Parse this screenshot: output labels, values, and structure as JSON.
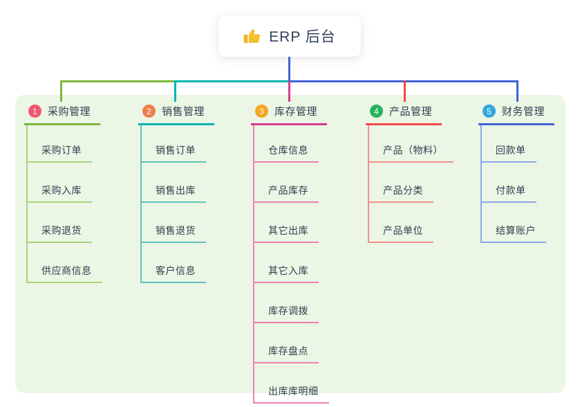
{
  "root": {
    "label": "ERP 后台",
    "icon": "thumbs-up-icon",
    "icon_color": "#f2b42c",
    "connector_color": "#3f62d2"
  },
  "colors": {
    "panel_background": "#ebf6e5",
    "text": "#2e3f50"
  },
  "branches": [
    {
      "num": "1",
      "label": "采购管理",
      "badge_color": "#f2566f",
      "line_color": "#7cb73e",
      "child_line_color": "#a6d379",
      "children": [
        "采购订单",
        "采购入库",
        "采购退货",
        "供应商信息"
      ]
    },
    {
      "num": "2",
      "label": "销售管理",
      "badge_color": "#ef7d4b",
      "line_color": "#00b3b3",
      "child_line_color": "#5fc4bc",
      "children": [
        "销售订单",
        "销售出库",
        "销售退货",
        "客户信息"
      ]
    },
    {
      "num": "3",
      "label": "库存管理",
      "badge_color": "#f5a623",
      "line_color": "#d63a8e",
      "child_line_color": "#ee7fb2",
      "children": [
        "仓库信息",
        "产品库存",
        "其它出库",
        "其它入库",
        "库存调拨",
        "库存盘点",
        "出库库明细"
      ]
    },
    {
      "num": "4",
      "label": "产品管理",
      "badge_color": "#27b35f",
      "line_color": "#f04848",
      "child_line_color": "#f5908e",
      "children": [
        "产品（物料）",
        "产品分类",
        "产品单位"
      ]
    },
    {
      "num": "5",
      "label": "财务管理",
      "badge_color": "#2fa8dd",
      "line_color": "#3f62d2",
      "child_line_color": "#8ba7e8",
      "children": [
        "回款单",
        "付款单",
        "结算账户"
      ]
    }
  ]
}
